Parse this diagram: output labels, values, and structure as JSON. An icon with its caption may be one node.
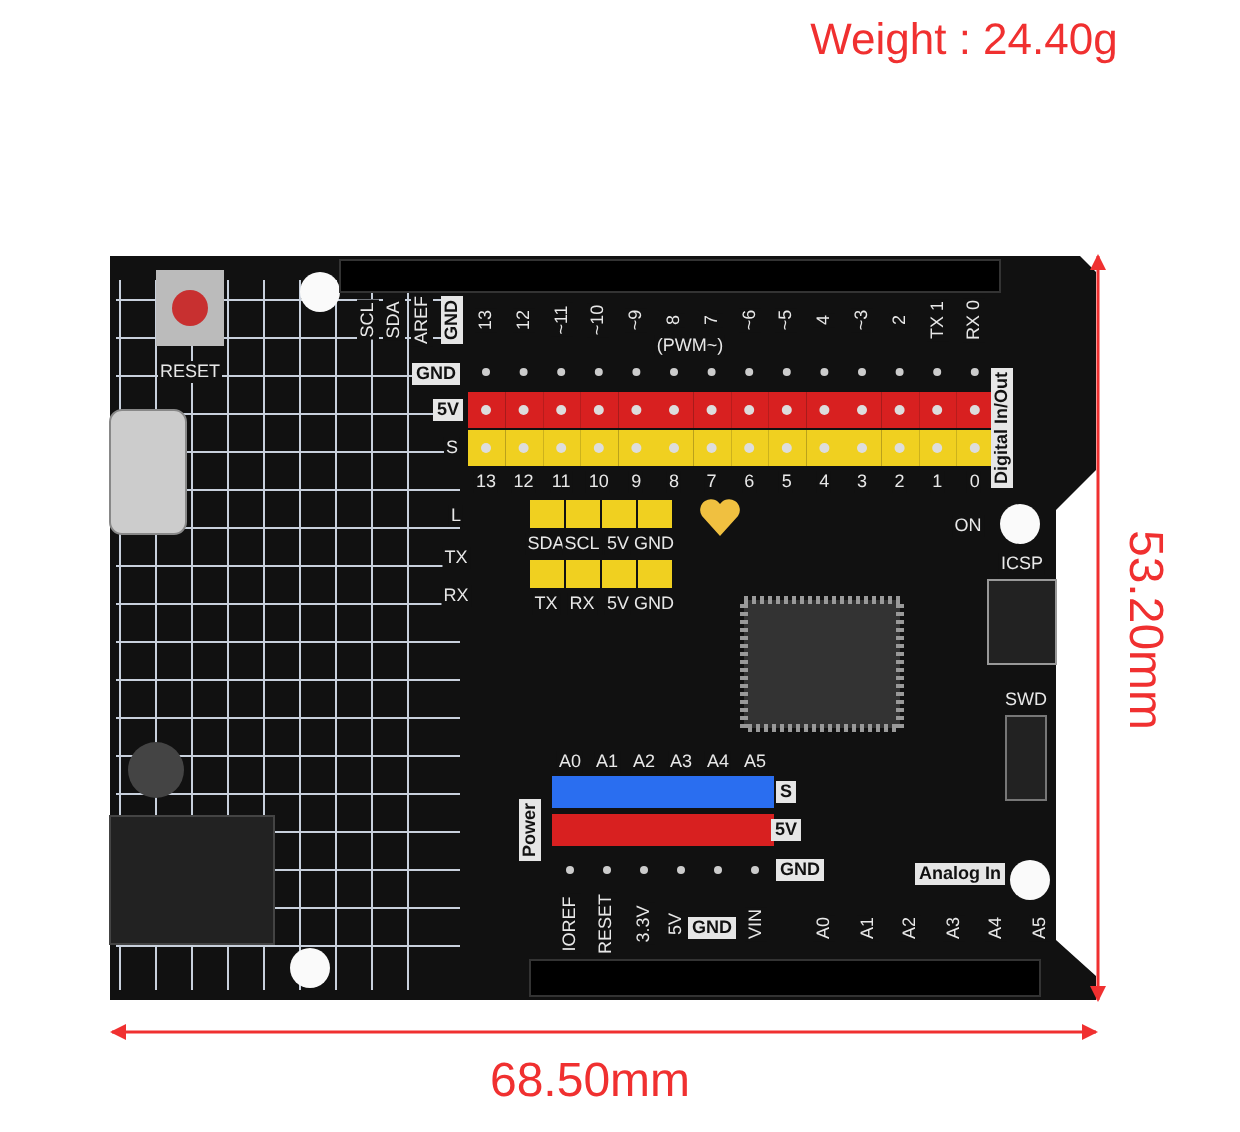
{
  "diagram": {
    "labels": [
      "Weight : 24.40g",
      "RESET",
      "SCL",
      "SDA",
      "AREF",
      "GND",
      "13",
      "12",
      "~11",
      "~10",
      "~9",
      "8",
      "7",
      "~6",
      "~5",
      "4",
      "~3",
      "2",
      "TX 1",
      "RX 0",
      "(PWM~)",
      "GND",
      "5V",
      "S",
      "13",
      "12",
      "11",
      "10",
      "9",
      "8",
      "7",
      "6",
      "5",
      "4",
      "3",
      "2",
      "1",
      "0",
      "Digital In/Out",
      "L",
      "TX",
      "RX",
      "SDA",
      "SCL",
      "5V",
      "GND",
      "TX",
      "RX",
      "5V",
      "GND",
      "ON",
      "ICSP",
      "SWD",
      "A0",
      "A1",
      "A2",
      "A3",
      "A4",
      "A5",
      "S",
      "5V",
      "GND",
      "Power",
      "IOREF",
      "RESET",
      "3.3V",
      "5V",
      "GND",
      "VIN",
      "Analog In",
      "A0",
      "A1",
      "A2",
      "A3",
      "A4",
      "A5",
      "53.20mm",
      "68.50mm"
    ]
  }
}
